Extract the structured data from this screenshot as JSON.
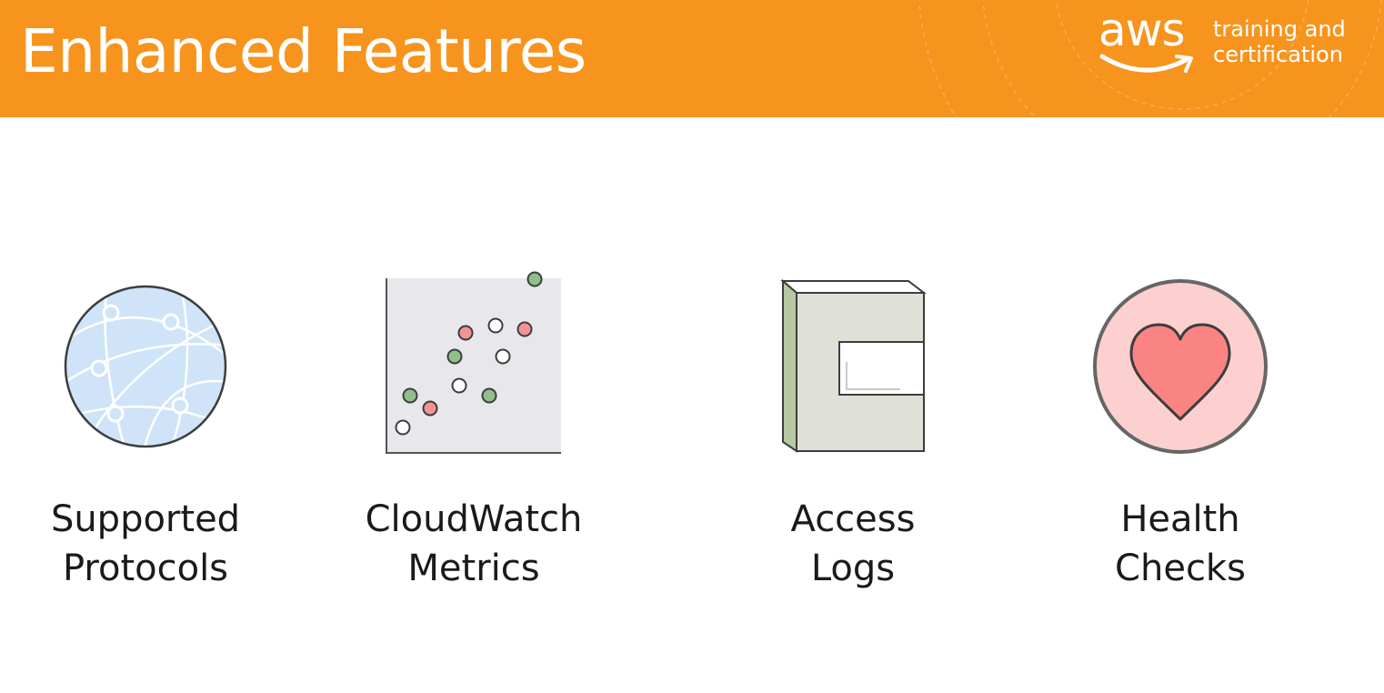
{
  "header": {
    "title": "Enhanced Features",
    "background_color": "#f7941e",
    "logo": {
      "wordmark": "aws",
      "tagline_line1": "training and",
      "tagline_line2": "certification"
    }
  },
  "features": [
    {
      "icon": "globe-network-icon",
      "line1": "Supported",
      "line2": "Protocols"
    },
    {
      "icon": "scatter-metrics-icon",
      "line1": "CloudWatch",
      "line2": "Metrics"
    },
    {
      "icon": "log-book-icon",
      "line1": "Access",
      "line2": "Logs"
    },
    {
      "icon": "heart-icon",
      "line1": "Health",
      "line2": "Checks"
    }
  ],
  "colors": {
    "globe_fill": "#cfe4f8",
    "chart_bg": "#e8e8ec",
    "green_dot": "#8fbf8b",
    "red_dot": "#f49393",
    "book_cover": "#dfe1d8",
    "book_spine": "#b6c9a1",
    "heart_circle": "#fdd0d0",
    "heart_fill": "#fa8484"
  }
}
